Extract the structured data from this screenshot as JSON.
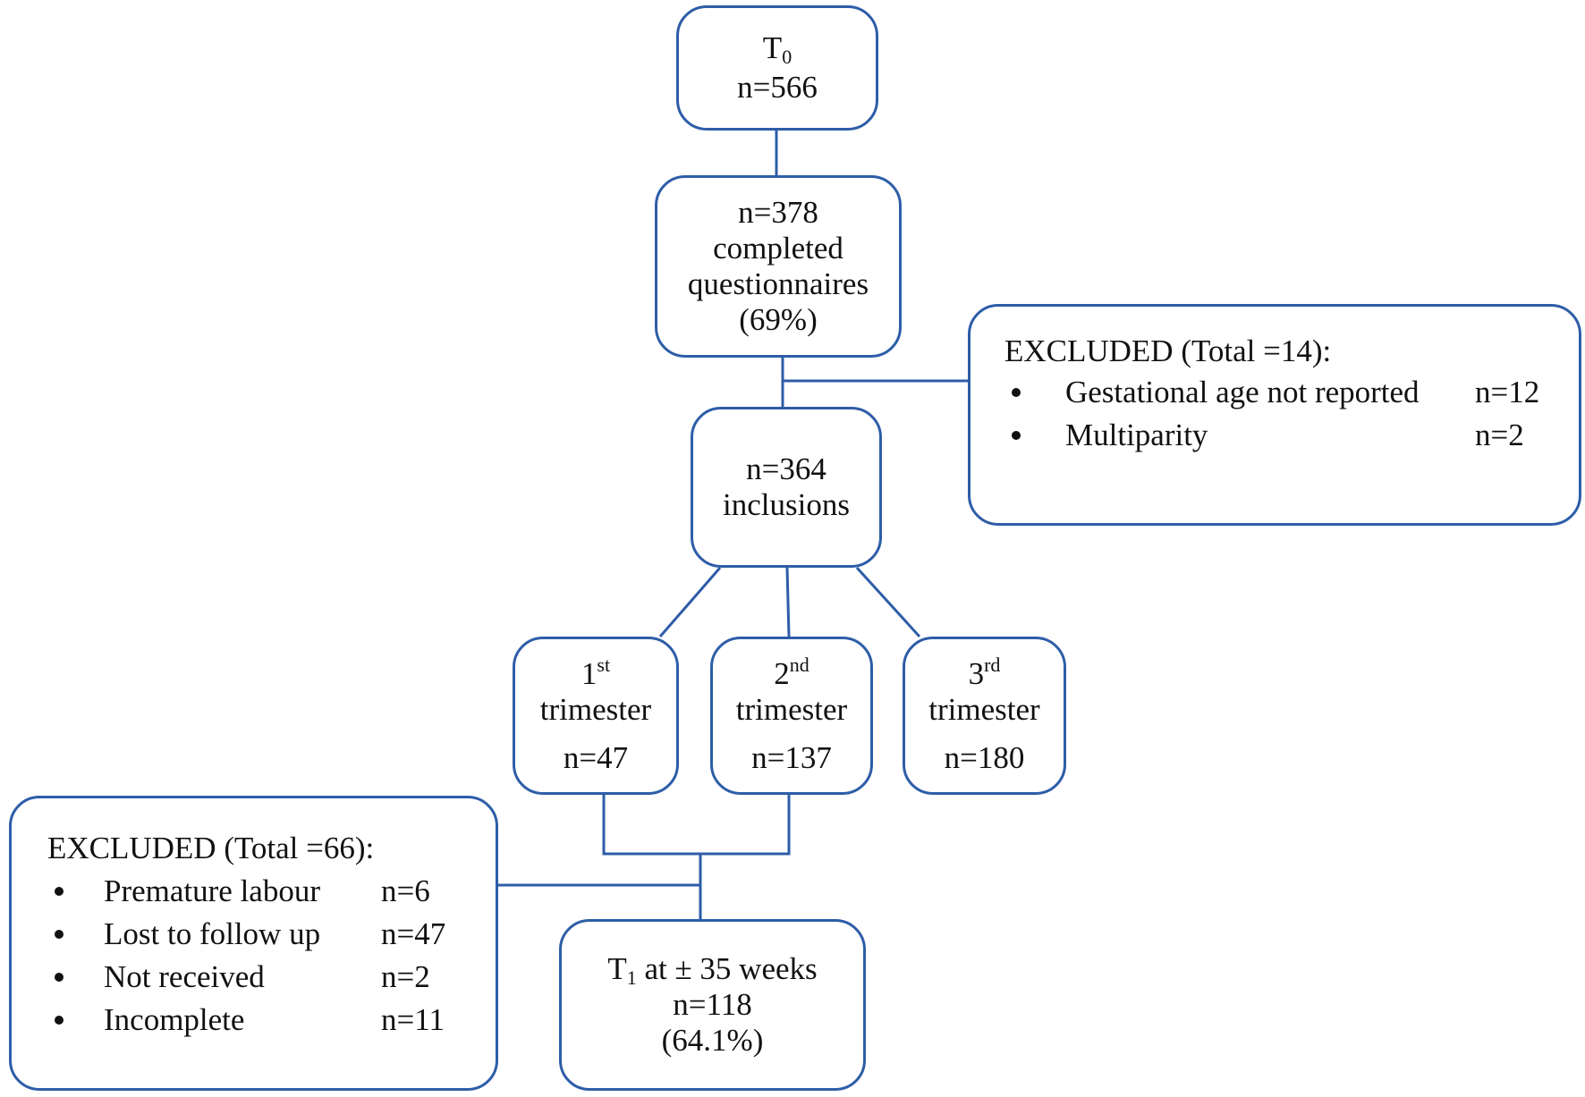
{
  "t0": {
    "label": "T",
    "sub": "0",
    "n": "n=566"
  },
  "completed": {
    "n": "n=378",
    "line1": "completed",
    "line2": "questionnaires",
    "pct": "(69%)"
  },
  "excluded_top": {
    "title": "EXCLUDED (Total =14):",
    "items": [
      {
        "label": "Gestational age not reported",
        "n": "n=12"
      },
      {
        "label": "Multiparity",
        "n": "n=2"
      }
    ]
  },
  "inclusions": {
    "n": "n=364",
    "label": "inclusions"
  },
  "trimesters": [
    {
      "num": "1",
      "sup": "st",
      "label": "trimester",
      "n": "n=47"
    },
    {
      "num": "2",
      "sup": "nd",
      "label": "trimester",
      "n": "n=137"
    },
    {
      "num": "3",
      "sup": "rd",
      "label": "trimester",
      "n": "n=180"
    }
  ],
  "excluded_bottom": {
    "title": "EXCLUDED (Total =66):",
    "items": [
      {
        "label": "Premature labour",
        "n": "n=6"
      },
      {
        "label": "Lost to follow up",
        "n": "n=47"
      },
      {
        "label": "Not received",
        "n": "n=2"
      },
      {
        "label": "Incomplete",
        "n": "n=11"
      }
    ]
  },
  "t1": {
    "label": "T",
    "sub": "1",
    "rest": " at ± 35 weeks",
    "n": "n=118",
    "pct": "(64.1%)"
  }
}
